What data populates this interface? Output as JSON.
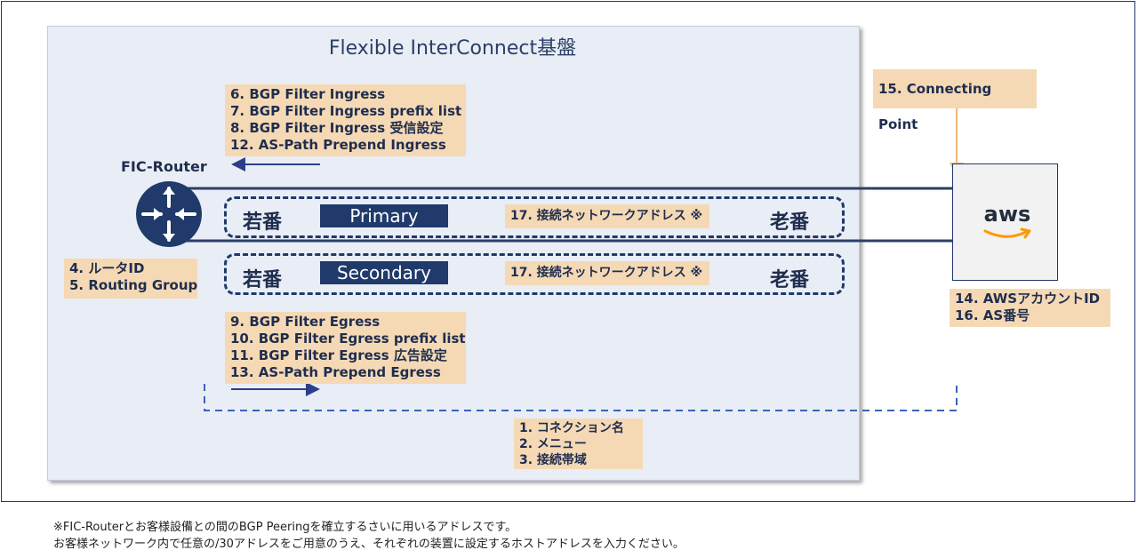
{
  "platform_title": "Flexible InterConnect基盤",
  "router_label": "FIC-Router",
  "ingress_labels": [
    "6. BGP Filter Ingress",
    "7. BGP Filter Ingress prefix list",
    "8. BGP Filter Ingress 受信設定",
    "12. AS-Path Prepend Ingress"
  ],
  "egress_labels": [
    "9. BGP Filter Egress",
    "10. BGP Filter Egress prefix list",
    "11. BGP Filter Egress 広告設定",
    "13. AS-Path Prepend Egress"
  ],
  "router_info": [
    "4. ルータID",
    "5. Routing Group"
  ],
  "connecting_point": "15. Connecting Point",
  "aws_info": [
    "14. AWSアカウントID",
    "16. AS番号"
  ],
  "connection_info": [
    "1.  コネクション名",
    "2.  メニュー",
    "3. 接続帯域"
  ],
  "primary": {
    "left": "若番",
    "tag": "Primary",
    "address": "17. 接続ネットワークアドレス  ※",
    "right": "老番"
  },
  "secondary": {
    "left": "若番",
    "tag": "Secondary",
    "address": "17. 接続ネットワークアドレス  ※",
    "right": "老番"
  },
  "aws_logo": "aws",
  "footnote_lines": [
    "※FIC-Routerとお客様設備との間のBGP Peeringを確立するさいに用いるアドレスです。",
    "お客様ネットワーク内で任意の/30アドレスをご用意のうえ、それぞれの装置に設定するホストアドレスを入力ください。"
  ],
  "colors": {
    "navy": "#1f3a6b",
    "label_bg": "#f5d9b5",
    "dashed_blue": "#3b63b8",
    "orange_arrow": "#f0b878",
    "aws_orange": "#ff9900"
  },
  "icons": [
    "router-icon",
    "aws-logo-icon",
    "arrow-left-icon",
    "arrow-right-icon",
    "arrow-down-icon",
    "connection-dot-icon"
  ]
}
